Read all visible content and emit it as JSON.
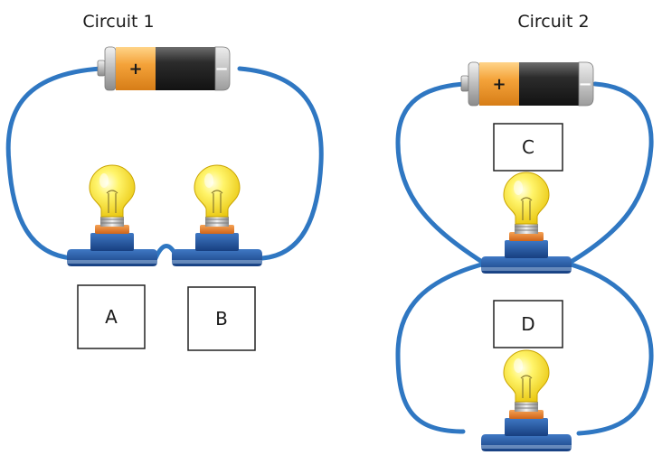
{
  "circuits": [
    {
      "title": "Circuit 1",
      "bulbs": [
        "A",
        "B"
      ]
    },
    {
      "title": "Circuit 2",
      "bulbs": [
        "C",
        "D"
      ]
    }
  ],
  "battery": {
    "positive_sign": "+",
    "negative_sign": "−"
  },
  "colors": {
    "wire": "#2f77c2",
    "bulb_glass": "#fff04a",
    "battery_positive": "#f4a33a",
    "battery_body": "#2a2a2a",
    "holder": "#1f4f99"
  }
}
